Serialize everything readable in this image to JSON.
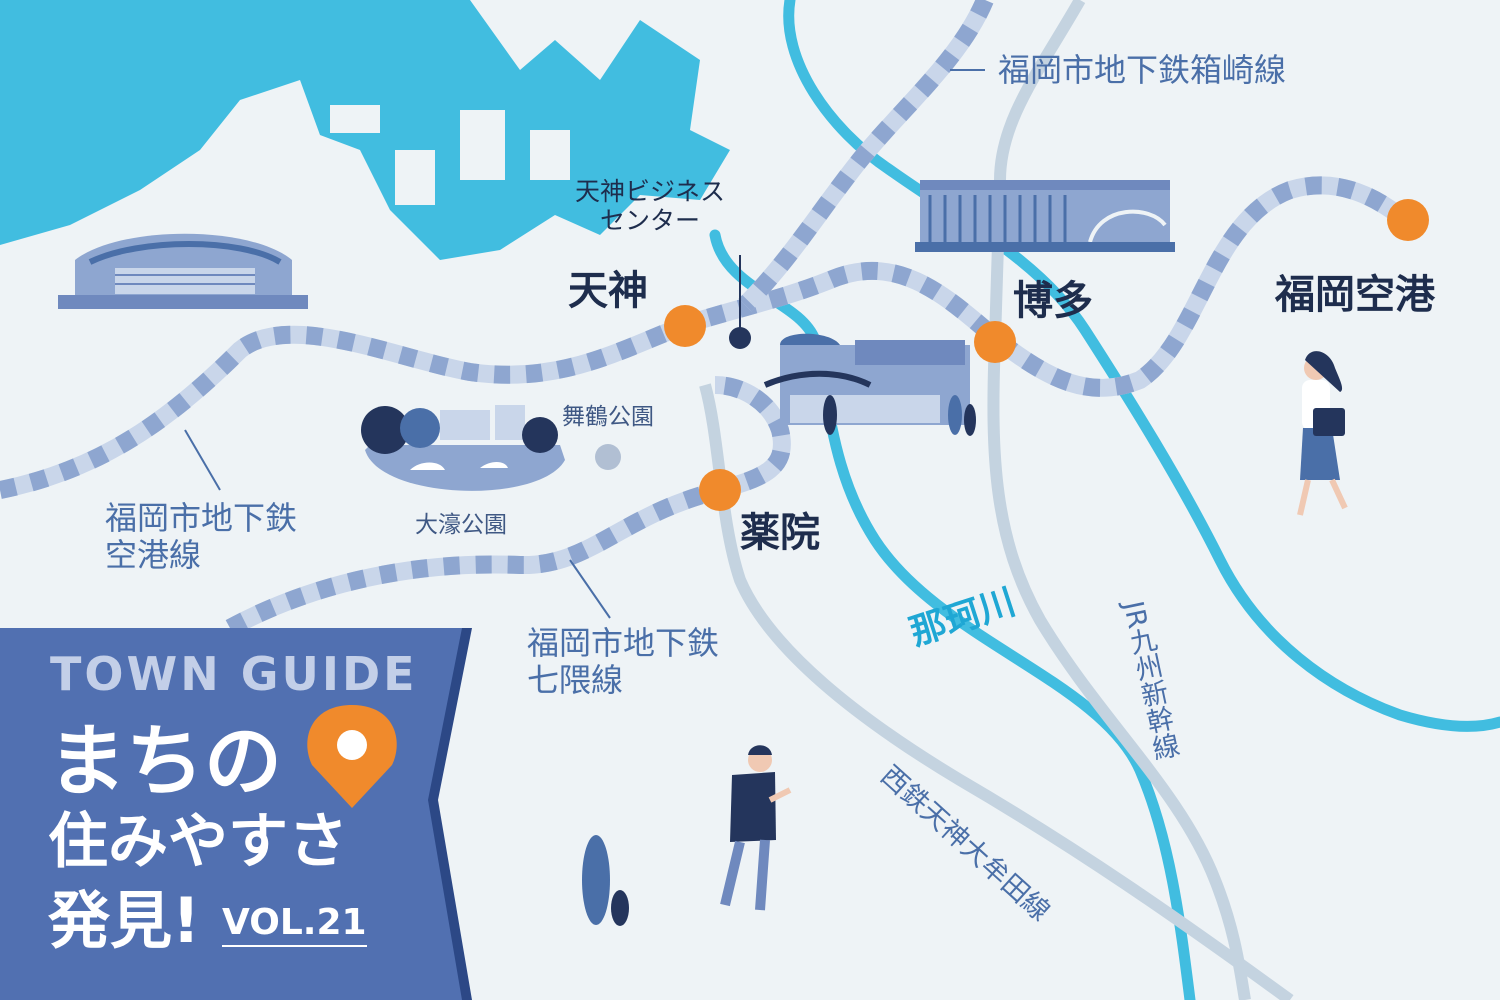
{
  "stations": {
    "tenjin": "天神",
    "hakata": "博多",
    "yakuin": "薬院",
    "airport": "福岡空港"
  },
  "places": {
    "business_center": "天神ビジネス\nセンター",
    "maizuru": "舞鶴公園",
    "ohori": "大濠公園"
  },
  "lines": {
    "hakozaki": "福岡市地下鉄箱崎線",
    "kuko": "福岡市地下鉄\n空港線",
    "nanakuma": "福岡市地下鉄\n七隈線",
    "shinkansen": "JR九州新幹線",
    "nishitetsu": "西鉄天神大牟田線",
    "naka_river": "那珂川"
  },
  "banner": {
    "series": "TOWN GUIDE",
    "title_1": "まちの",
    "title_2": "住みやすさ",
    "title_3": "発見!",
    "volume": "VOL.21"
  },
  "colors": {
    "sea": "#41bde0",
    "river": "#41bde0",
    "land": "#eef3f6",
    "rail_gray": "#c4d3e0",
    "subway_light": "#c9d6ea",
    "subway_dark": "#8ea6d0",
    "station_dot": "#f08a2c",
    "navy": "#24355c",
    "banner": "#5170b1"
  },
  "icons": [
    "location-pin-icon",
    "stadium-icon",
    "station-building-icon",
    "mall-icon",
    "park-icon",
    "woman-walking-icon",
    "man-phone-icon"
  ]
}
